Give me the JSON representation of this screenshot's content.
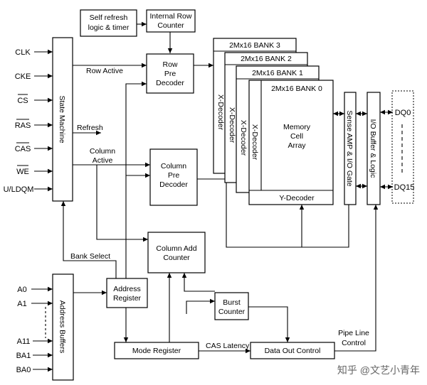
{
  "blocks": {
    "self_refresh": [
      "Self refresh",
      "logic & timer"
    ],
    "internal_row_counter": [
      "Internal Row",
      "Counter"
    ],
    "row_pre_decoder": [
      "Row",
      "Pre",
      "Decoder"
    ],
    "column_pre_decoder": [
      "Column",
      "Pre",
      "Decoder"
    ],
    "column_add_counter": [
      "Column Add",
      "Counter"
    ],
    "burst_counter": [
      "Burst",
      "Counter"
    ],
    "address_register": [
      "Address",
      "Register"
    ],
    "mode_register": "Mode Register",
    "data_out_control": "Data Out Control",
    "state_machine": "State Machine",
    "address_buffers": "Address Buffers",
    "sense_amp": "Sense AMP & I/O Gate",
    "io_buffer": "I/O Buffer & Logic",
    "x_decoder": "X-Decoder",
    "y_decoder": "Y-Decoder",
    "memory_cell_array": [
      "Memory",
      "Cell",
      "Array"
    ]
  },
  "banks": [
    "2Mx16 BANK 3",
    "2Mx16 BANK 2",
    "2Mx16 BANK 1",
    "2Mx16 BANK 0"
  ],
  "control_inputs": [
    "CLK",
    "CKE",
    "CS",
    "RAS",
    "CAS",
    "WE",
    "U/LDQM"
  ],
  "overlined_inputs": [
    "CS",
    "RAS",
    "CAS",
    "WE"
  ],
  "address_inputs": [
    "A0",
    "A1",
    "A11",
    "BA1",
    "BA0"
  ],
  "signals": {
    "row_active": "Row Active",
    "refresh": "Refresh",
    "column_active": [
      "Column",
      "Active"
    ],
    "bank_select": "Bank Select",
    "cas_latency": "CAS Latency",
    "pipe_line_control": [
      "Pipe Line",
      "Control"
    ]
  },
  "dq": [
    "DQ0",
    "DQ15"
  ],
  "watermark": "知乎 @文艺小青年"
}
